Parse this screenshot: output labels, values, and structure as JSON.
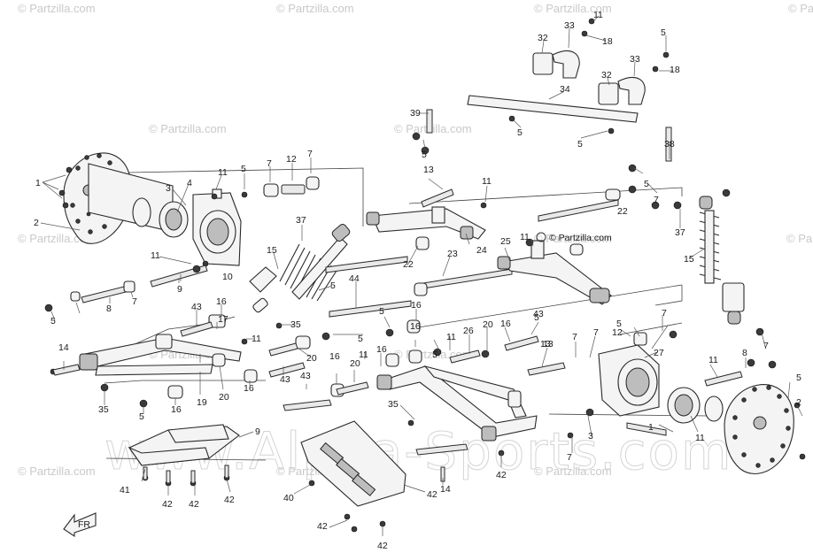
{
  "watermarks": [
    "© Partzilla.com",
    "© Partzilla.com",
    "© Partzilla.com",
    "© Partzilla.com",
    "© Partzilla.com",
    "© Partzilla.com",
    "© Partzilla.com",
    "© Partzilla.com",
    "© Partzilla.com",
    "© Partzilla.com",
    "© Partzilla.com",
    "© Partzilla.com",
    "© Partzilla.com",
    "© Partzilla.com"
  ],
  "center_watermark": "www.Alpha-Sports.com",
  "callouts": [
    "1",
    "2",
    "3",
    "4",
    "11",
    "5",
    "7",
    "12",
    "7",
    "11",
    "10",
    "9",
    "7",
    "8",
    "5",
    "37",
    "15",
    "44",
    "5",
    "43",
    "16",
    "35",
    "11",
    "14",
    "19",
    "20",
    "16",
    "17",
    "35",
    "5",
    "16",
    "20",
    "43",
    "43",
    "16",
    "20",
    "16",
    "13",
    "11",
    "26",
    "16",
    "20",
    "5",
    "11",
    "16",
    "16",
    "5",
    "5",
    "7",
    "5",
    "24",
    "22",
    "23",
    "25",
    "11",
    "22",
    "13",
    "11",
    "39",
    "5",
    "34",
    "32",
    "33",
    "11",
    "18",
    "32",
    "33",
    "18",
    "5",
    "5",
    "38",
    "5",
    "5",
    "7",
    "37",
    "15",
    "43",
    "13",
    "7",
    "12",
    "7",
    "5",
    "27",
    "11",
    "8",
    "7",
    "5",
    "2",
    "1",
    "11",
    "3",
    "7",
    "35",
    "14",
    "9",
    "41",
    "42",
    "42",
    "42",
    "42",
    "40",
    "42",
    "42",
    "35"
  ],
  "inline_watermark": "© Partzilla.com",
  "direction_icon": "front-arrow-icon"
}
